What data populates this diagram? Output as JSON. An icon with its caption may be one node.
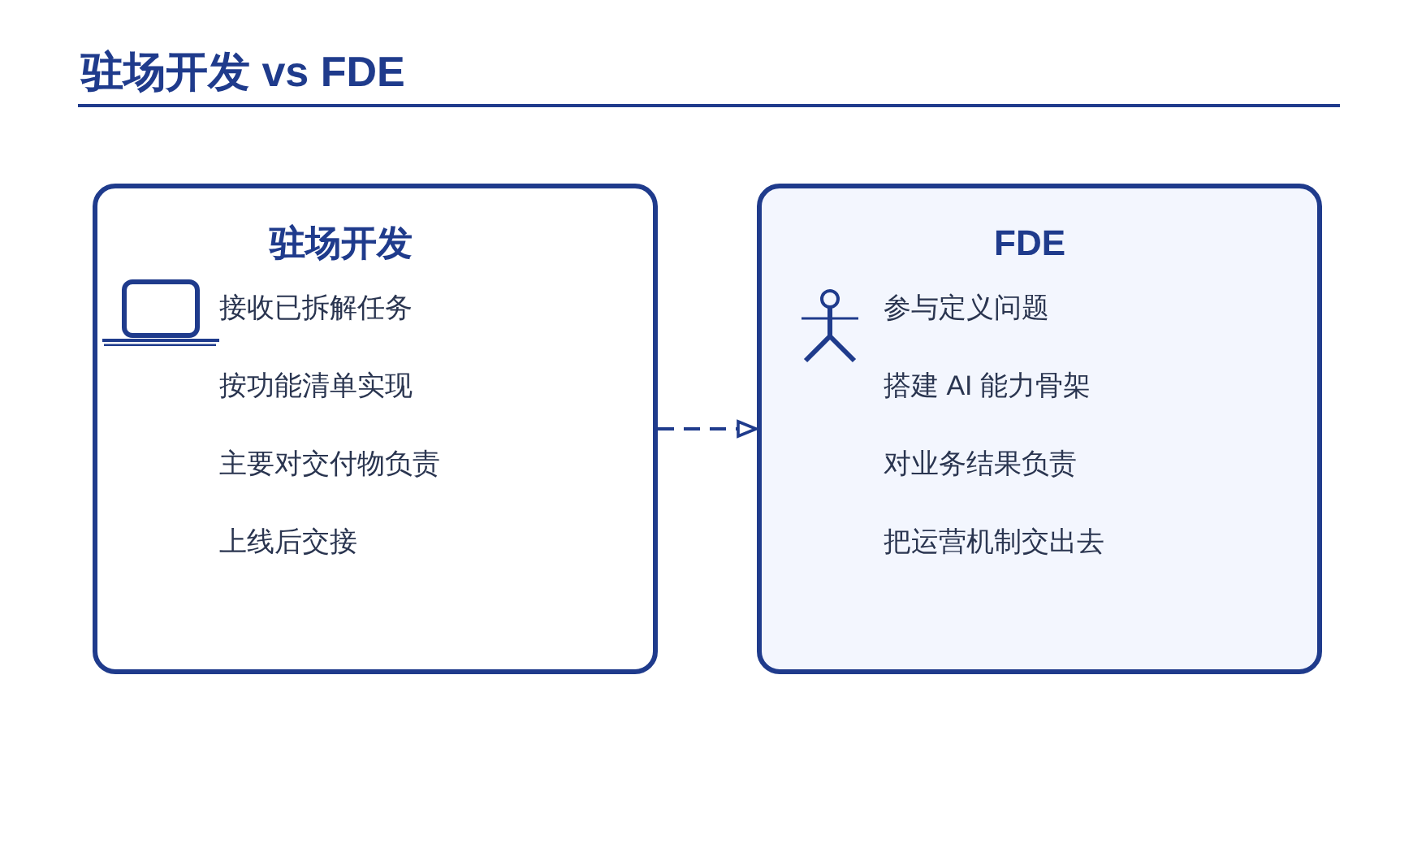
{
  "diagram": {
    "title": "驻场开发 vs FDE",
    "nodes": [
      {
        "text": [
          "驻场开发",
          "接收已拆解任务",
          "按功能清单实现",
          "主要对交付物负责",
          "上线后交接"
        ]
      },
      {
        "text": [
          "FDE",
          "参与定义问题",
          "搭建 AI 能力骨架",
          "对业务结果负责",
          "把运营机制交出去"
        ]
      }
    ],
    "edges": [
      {
        "from": 0,
        "to": 1,
        "arrow": "to",
        "style": "dashed"
      }
    ]
  }
}
